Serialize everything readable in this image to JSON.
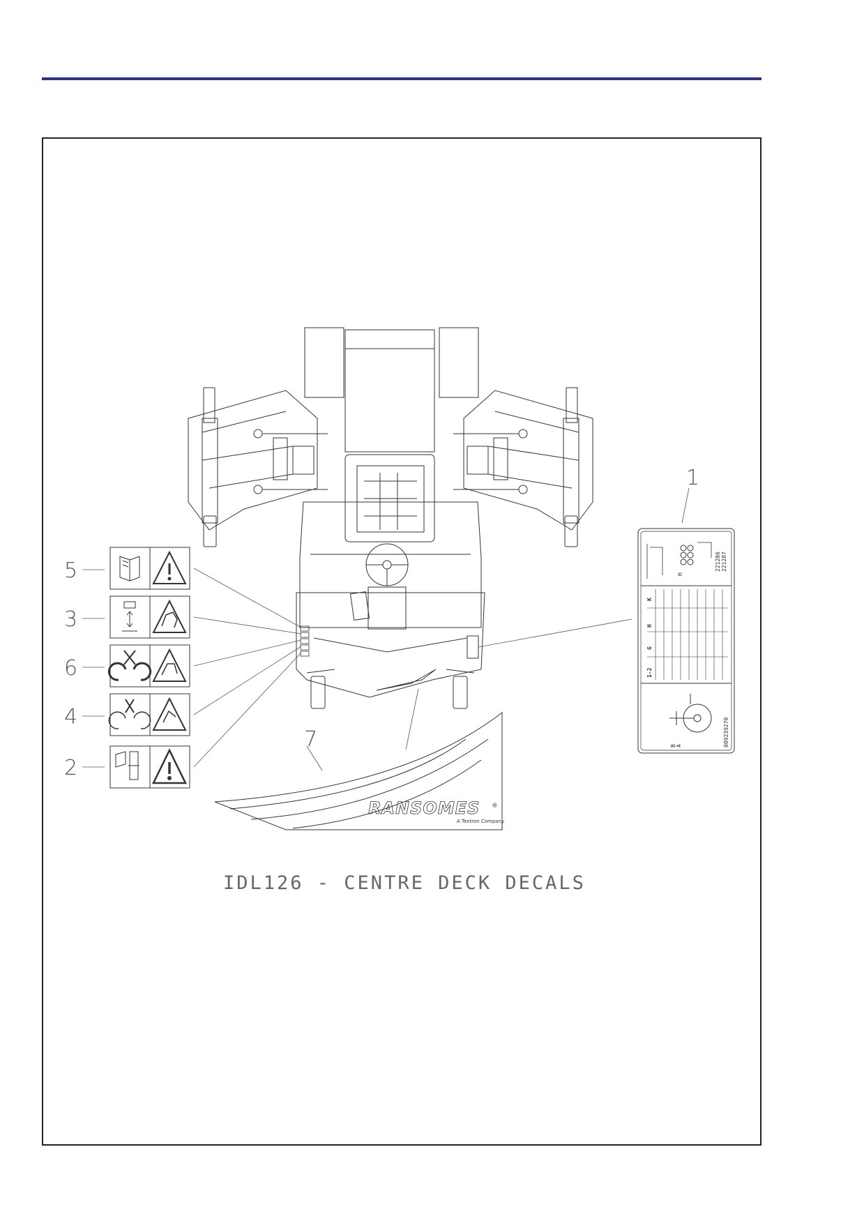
{
  "document": {
    "caption": "IDL126 - CENTRE DECK DECALS",
    "accent_color": "#2e3192"
  },
  "callouts": [
    {
      "number": "5",
      "decal": "read-manual-warning-decal"
    },
    {
      "number": "3",
      "decal": "lift-crush-warning-decal"
    },
    {
      "number": "6",
      "decal": "rotating-blades-hand-warning-decal"
    },
    {
      "number": "4",
      "decal": "rotating-blades-warning-decal"
    },
    {
      "number": "2",
      "decal": "general-warning-decal"
    },
    {
      "number": "1",
      "decal": "height-of-cut-chart-decal"
    },
    {
      "number": "7",
      "decal": "ransomes-stripe-decal"
    }
  ],
  "height_chart": {
    "part_numbers": [
      "221286",
      "221287"
    ],
    "serial": "009239270",
    "column_headers": [
      "K",
      "H",
      "G",
      "1-2"
    ],
    "letters": [
      "H",
      "B",
      "A"
    ]
  },
  "stripe_decal": {
    "brand": "RANSOMES",
    "tagline": "A Textron Company",
    "registered_mark": "®"
  },
  "icons": [
    "open-book-icon",
    "exclamation-icon",
    "lift-arrow-icon",
    "crushing-icon",
    "rotating-blade-icon",
    "no-hands-icon",
    "hand-cut-icon",
    "caster-wheel-icon"
  ]
}
